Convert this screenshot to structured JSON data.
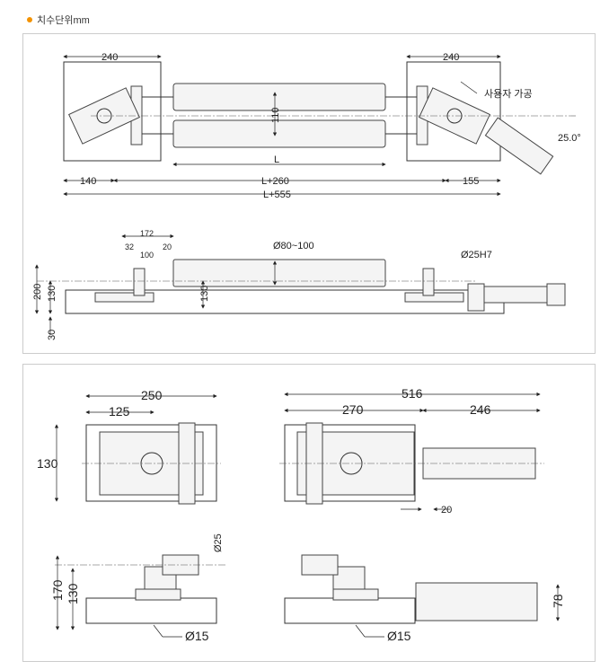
{
  "header": {
    "title": "치수단위mm",
    "bullet_color": "#f39200"
  },
  "panel1": {
    "top_view": {
      "dim_left_plate": "240",
      "dim_right_plate": "240",
      "dim_roller_gap": "110",
      "dim_roller_length": "L",
      "dim_center": "L+260",
      "dim_left": "140",
      "dim_right": "155",
      "dim_total": "L+555",
      "user_machining": "사용자 가공",
      "angle": "25.0°"
    },
    "side_view": {
      "dim_172": "172",
      "dim_32": "32",
      "dim_20": "20",
      "dim_100": "100",
      "roller_diameter": "Ø80~100",
      "shaft": "Ø25H7",
      "dim_200": "200",
      "dim_130_left": "130",
      "dim_130_center": "130",
      "dim_30": "30"
    }
  },
  "panel2": {
    "top_left": {
      "dim_250": "250",
      "dim_125": "125",
      "dim_130": "130"
    },
    "top_right": {
      "dim_516": "516",
      "dim_270": "270",
      "dim_246": "246",
      "dim_20": "20"
    },
    "bottom_left": {
      "dim_170": "170",
      "dim_130": "130",
      "dim_25": "Ø25",
      "dim_15": "Ø15"
    },
    "bottom_right": {
      "dim_15": "Ø15",
      "dim_78": "78"
    }
  }
}
